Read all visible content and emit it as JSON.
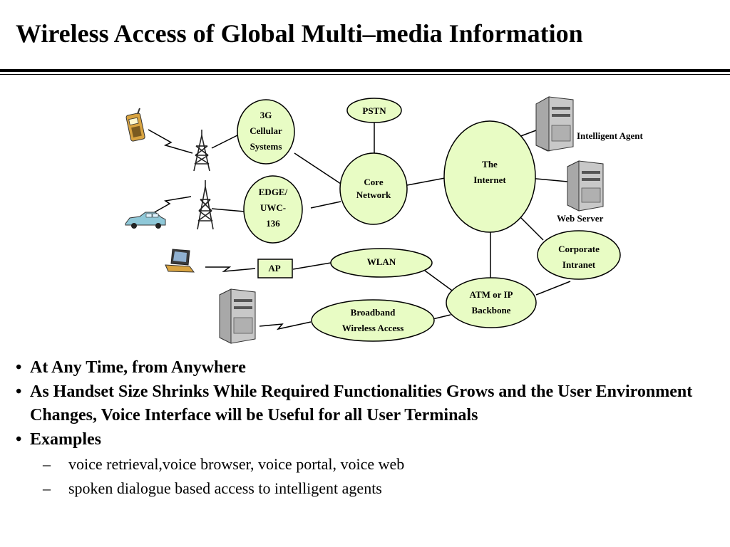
{
  "slide": {
    "title": "Wireless Access of Global Multi–media Information"
  },
  "diagram": {
    "nodes": {
      "cellular": [
        "3G",
        "Cellular",
        "Systems"
      ],
      "edge": [
        "EDGE/",
        "UWC-",
        "136"
      ],
      "pstn": "PSTN",
      "core": [
        "Core",
        "Network"
      ],
      "internet": [
        "The",
        "Internet"
      ],
      "ap": "AP",
      "wlan": "WLAN",
      "atm": [
        "ATM or IP",
        "Backbone"
      ],
      "corporate": [
        "Corporate",
        "Intranet"
      ],
      "broadband": [
        "Broadband",
        "Wireless Access"
      ]
    },
    "labels": {
      "intelligent_agent": "Intelligent Agent",
      "web_server": "Web Server"
    },
    "colors": {
      "node_fill": "#e8fcc4",
      "node_stroke": "#000000",
      "server_body": "#c8c8c8",
      "phone_body": "#d9a441",
      "car_body": "#8fc8d8",
      "laptop_body": "#d9a441"
    }
  },
  "bullets": {
    "items": [
      "At Any Time, from Anywhere",
      "As Handset Size Shrinks While Required Functionalities Grows and the User Environment Changes, Voice Interface will be Useful for all User Terminals",
      "Examples"
    ],
    "sub_items": [
      "voice retrieval,voice browser, voice portal, voice web",
      "spoken dialogue based access to intelligent agents"
    ],
    "bullet_glyph": "•",
    "dash_glyph": "–"
  }
}
